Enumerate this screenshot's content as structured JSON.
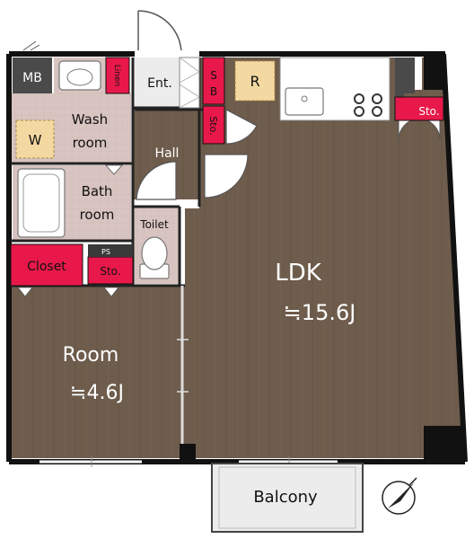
{
  "rooms": {
    "mb": "MB",
    "linen": "Linen",
    "entrance": "Ent.",
    "sb": "SB",
    "refrigerator": "R",
    "storage_kitchen": "Sto.",
    "storage_hall": "Sto.",
    "washing_machine": "W",
    "wash_room_line1": "Wash",
    "wash_room_line2": "room",
    "hall": "Hall",
    "bath_room_line1": "Bath",
    "bath_room_line2": "room",
    "toilet": "Toilet",
    "ps": "PS",
    "closet": "Closet",
    "storage_bath": "Sto.",
    "ldk": "LDK",
    "ldk_size": "≒15.6J",
    "room": "Room",
    "room_size": "≒4.6J",
    "balcony": "Balcony"
  },
  "colors": {
    "floor_wood": "#6e5c4c",
    "tile": "#d8c4c0",
    "entrance_floor": "#ececec",
    "wall": "#111111",
    "storage_red": "#e8184a",
    "fixture_dark": "#4a4a4a",
    "appliance_yellow": "#f3d9a1"
  }
}
